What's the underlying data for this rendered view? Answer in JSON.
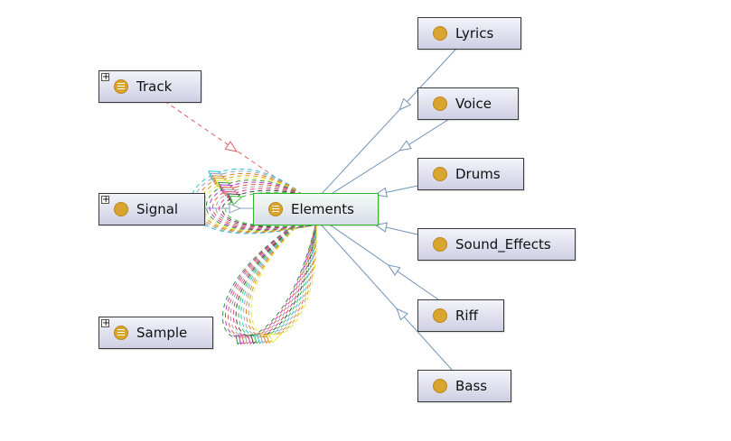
{
  "nodes": {
    "track": {
      "label": "Track",
      "expandable": true
    },
    "signal": {
      "label": "Signal",
      "expandable": true
    },
    "sample": {
      "label": "Sample",
      "expandable": true
    },
    "elements": {
      "label": "Elements",
      "expandable": false
    },
    "lyrics": {
      "label": "Lyrics"
    },
    "voice": {
      "label": "Voice"
    },
    "drums": {
      "label": "Drums"
    },
    "sound_effects": {
      "label": "Sound_Effects"
    },
    "riff": {
      "label": "Riff"
    },
    "bass": {
      "label": "Bass"
    }
  },
  "expand_symbol": "+",
  "colors": {
    "subclass_edge": "#6f93b8",
    "center_border": "#2fb52f",
    "individual_dot": "#d9a52e",
    "track_edge": "#e06060",
    "signal_edge": "#8aa0c0",
    "loop_colors": [
      "#2bc4d8",
      "#9aa6b8",
      "#e07f2a",
      "#d4a017",
      "#e8e840",
      "#3a8a3a",
      "#b832d0",
      "#e06040",
      "#a0a0a0",
      "#e0407a",
      "#404040",
      "#40c040"
    ]
  }
}
